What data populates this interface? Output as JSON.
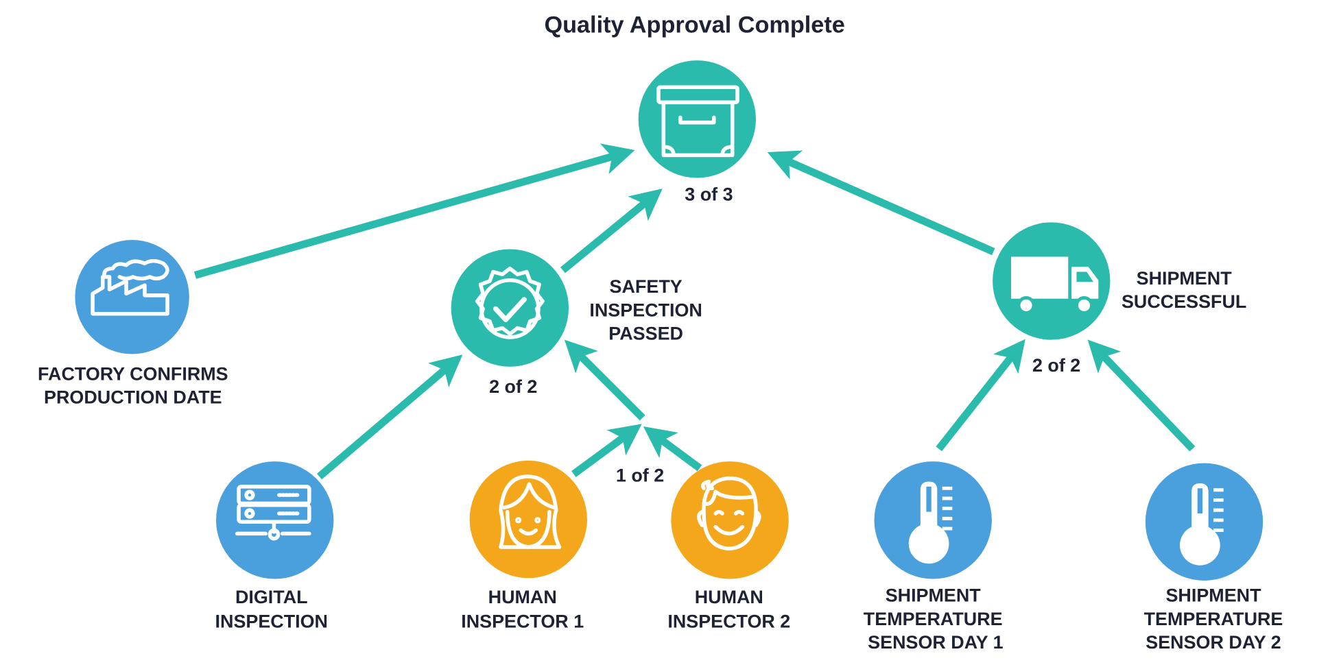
{
  "title": "Quality Approval Complete",
  "colors": {
    "teal": "#2bbbad",
    "blue": "#4aa0dc",
    "orange": "#f5a71c",
    "text": "#1f2233"
  },
  "nodes": {
    "approval": {
      "icon": "archive-box-icon",
      "count": "3 of 3"
    },
    "factory": {
      "icon": "factory-icon",
      "label": [
        "FACTORY CONFIRMS",
        "PRODUCTION DATE"
      ]
    },
    "safety": {
      "icon": "badge-check-icon",
      "label": [
        "SAFETY",
        "INSPECTION",
        "PASSED"
      ],
      "count": "2 of 2"
    },
    "shipment": {
      "icon": "truck-icon",
      "label": [
        "SHIPMENT",
        "SUCCESSFUL"
      ],
      "count": "2 of 2"
    },
    "digital": {
      "icon": "server-icon",
      "label": [
        "DIGITAL",
        "INSPECTION"
      ]
    },
    "human_group": {
      "count": "1 of 2"
    },
    "human1": {
      "icon": "woman-face-icon",
      "label": [
        "HUMAN",
        "INSPECTOR 1"
      ]
    },
    "human2": {
      "icon": "man-face-icon",
      "label": [
        "HUMAN",
        "INSPECTOR 2"
      ]
    },
    "sensor1": {
      "icon": "thermometer-icon",
      "label": [
        "SHIPMENT",
        "TEMPERATURE",
        "SENSOR DAY 1"
      ]
    },
    "sensor2": {
      "icon": "thermometer-icon",
      "label": [
        "SHIPMENT",
        "TEMPERATURE",
        "SENSOR DAY 2"
      ]
    }
  }
}
